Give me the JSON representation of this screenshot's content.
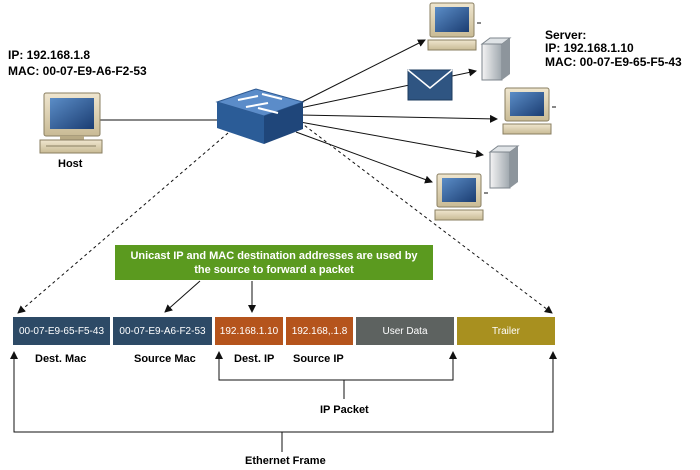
{
  "host": {
    "ip": "IP: 192.168.1.8",
    "mac": "MAC: 00-07-E9-A6-F2-53",
    "label": "Host"
  },
  "server": {
    "title": "Server:",
    "ip": "IP: 192.168.1.10",
    "mac": "MAC: 00-07-E9-65-F5-43"
  },
  "callout": {
    "line1": "Unicast IP and MAC destination addresses are used by",
    "line2": "the source to forward a packet"
  },
  "frame": {
    "fields": [
      {
        "value": "00-07-E9-65-F5-43",
        "caption": "Dest. Mac",
        "color": "#2d4a66"
      },
      {
        "value": "00-07-E9-A6-F2-53",
        "caption": "Source Mac",
        "color": "#2d4a66"
      },
      {
        "value": "192.168.1.10",
        "caption": "Dest. IP",
        "color": "#b5541c"
      },
      {
        "value": "192.168,.1.8",
        "caption": "Source IP",
        "color": "#b5541c"
      },
      {
        "value": "User Data",
        "caption": "",
        "color": "#5d6260"
      },
      {
        "value": "Trailer",
        "caption": "",
        "color": "#a8901f"
      }
    ],
    "ip_packet_label": "IP Packet",
    "ethernet_frame_label": "Ethernet Frame"
  }
}
